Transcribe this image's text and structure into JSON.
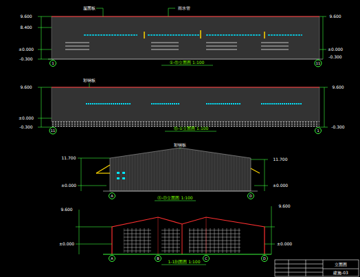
{
  "diagram": {
    "nodes": [
      {
        "text": [
          "1"
        ]
      },
      {
        "text": [
          "11"
        ]
      },
      {
        "text": [
          "11"
        ]
      },
      {
        "text": [
          "1"
        ]
      },
      {
        "text": [
          "A"
        ]
      },
      {
        "text": [
          "D"
        ]
      },
      {
        "text": [
          "A"
        ]
      },
      {
        "text": [
          "B"
        ]
      },
      {
        "text": [
          "C"
        ]
      },
      {
        "text": [
          "D"
        ]
      }
    ],
    "labels": [
      "①-⑪立面图 1:100",
      "⑪-①立面图 1:100",
      "Ⓐ-Ⓓ立面图 1:100",
      "1-1剖面图 1:100",
      "9.600",
      "8.400",
      "±0.000",
      "-0.300",
      "9.600",
      "±0.000",
      "-0.300",
      "9.600",
      "±0.000",
      "-0.300",
      "9.600",
      "-0.300",
      "11.700",
      "±0.000",
      "11.700",
      "±0.000",
      "9.600",
      "±0.000",
      "9.600",
      "±0.000",
      "屋面板",
      "雨水管",
      "彩钢板",
      "彩钢板",
      "立面图",
      "建施-03"
    ]
  }
}
